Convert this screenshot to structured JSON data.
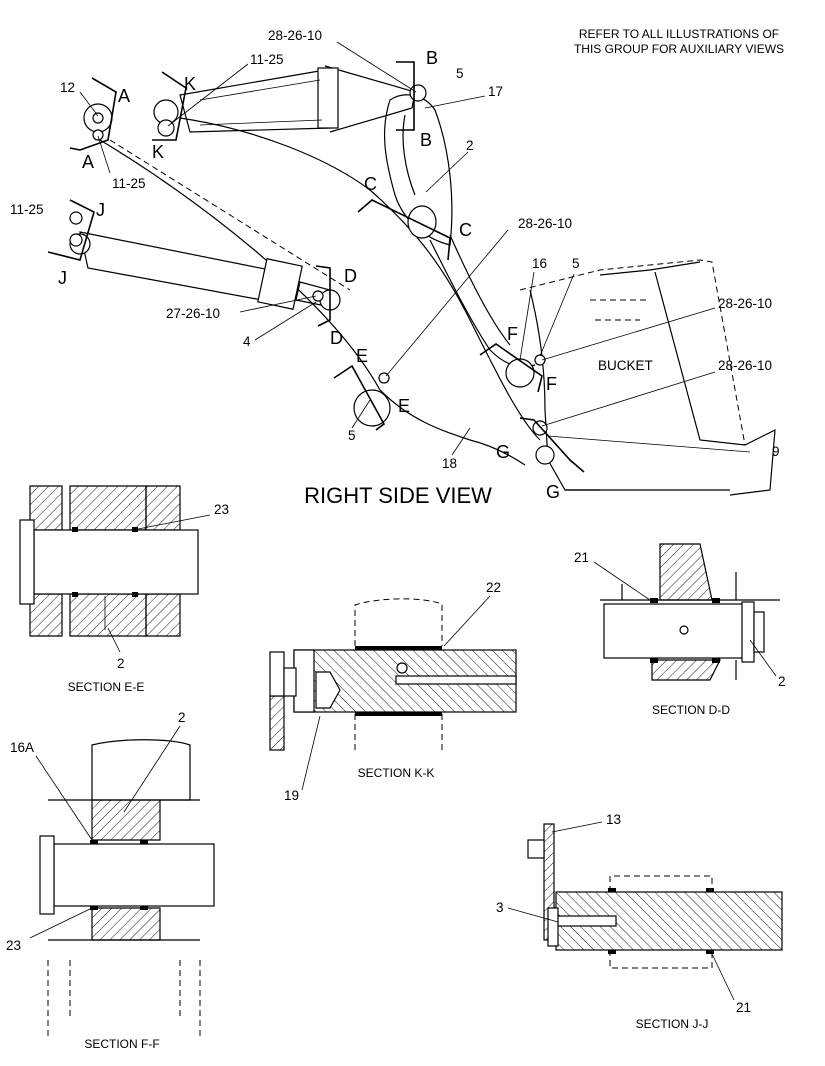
{
  "note": {
    "line1": "REFER TO ALL ILLUSTRATIONS OF",
    "line2": "THIS GROUP FOR AUXILIARY VIEWS"
  },
  "view_title": "RIGHT SIDE VIEW",
  "bucket_label": "BUCKET",
  "section_letters": {
    "A": "A",
    "B": "B",
    "C": "C",
    "D": "D",
    "E": "E",
    "F": "F",
    "G": "G",
    "J": "J",
    "K": "K"
  },
  "callouts": {
    "c12": "12",
    "c11_25_a": "11-25",
    "c11_25_k": "11-25",
    "c11_25_j": "11-25",
    "c28_b": "28-26-10",
    "c5_b": "5",
    "c17": "17",
    "c2_c": "2",
    "c28_e": "28-26-10",
    "c16": "16",
    "c5_f": "5",
    "c28_f": "28-26-10",
    "c28_g": "28-26-10",
    "c9": "9",
    "c27": "27-26-10",
    "c4": "4",
    "c5_e": "5",
    "c18": "18",
    "c23_ee": "23",
    "c2_ee": "2",
    "c21_dd": "21",
    "c2_dd": "2",
    "c22_kk": "22",
    "c19_kk": "19",
    "c2_ff": "2",
    "c16a_ff": "16A",
    "c23_ff": "23",
    "c13_jj": "13",
    "c3_jj": "3",
    "c21_jj": "21"
  },
  "captions": {
    "section_ee": "SECTION E-E",
    "section_dd": "SECTION D-D",
    "section_kk": "SECTION K-K",
    "section_ff": "SECTION F-F",
    "section_jj": "SECTION J-J"
  }
}
